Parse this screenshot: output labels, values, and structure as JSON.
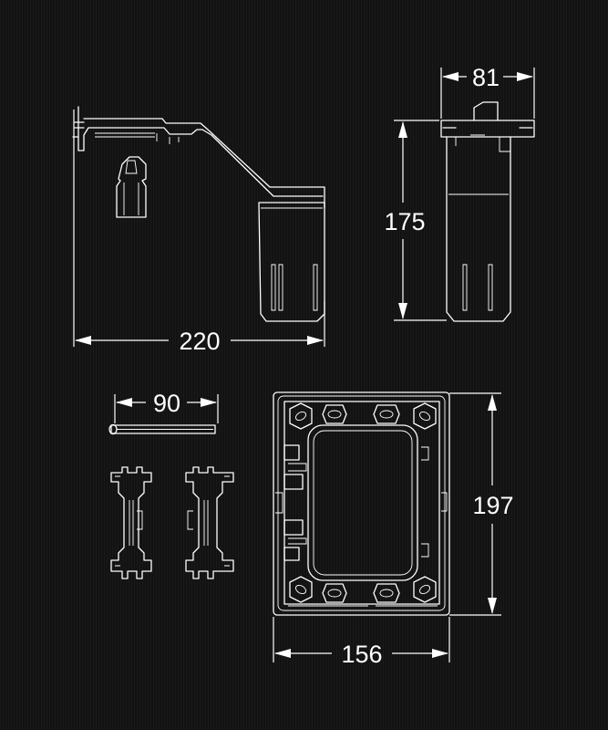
{
  "colors": {
    "background": "#141414",
    "line": "#ffffff"
  },
  "dimensions": {
    "side_width": "220",
    "front_width": "81",
    "height": "175",
    "rail_length": "90",
    "frame_width": "156",
    "frame_height": "197"
  }
}
